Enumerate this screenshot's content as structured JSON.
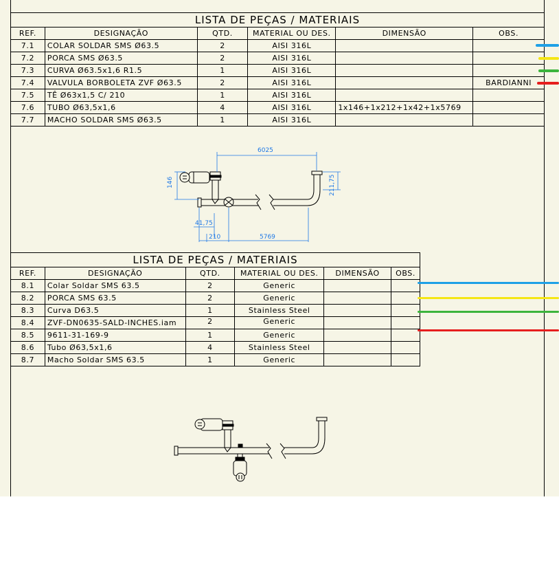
{
  "bom1": {
    "title": "LISTA DE PEÇAS / MATERIAIS",
    "headers": [
      "REF.",
      "DESIGNAÇÃO",
      "QTD.",
      "MATERIAL OU DES.",
      "DIMENSÃO",
      "OBS."
    ],
    "rows": [
      [
        "7.1",
        "COLAR SOLDAR SMS Ø63.5",
        "2",
        "AISI 316L",
        "",
        ""
      ],
      [
        "7.2",
        "PORCA SMS Ø63.5",
        "2",
        "AISI 316L",
        "",
        ""
      ],
      [
        "7.3",
        "CURVA Ø63.5x1,6 R1.5",
        "1",
        "AISI 316L",
        "",
        ""
      ],
      [
        "7.4",
        "VALVULA BORBOLETA ZVF Ø63.5",
        "2",
        "AISI 316L",
        "",
        "BARDIANNI"
      ],
      [
        "7.5",
        "TÊ Ø63x1,5 C/ 210",
        "1",
        "AISI 316L",
        "",
        ""
      ],
      [
        "7.6",
        "TUBO Ø63,5x1,6",
        "4",
        "AISI 316L",
        "1x146+1x212+1x42+1x5769",
        ""
      ],
      [
        "7.7",
        "MACHO SOLDAR SMS Ø63.5",
        "1",
        "AISI 316L",
        "",
        ""
      ]
    ]
  },
  "bom2": {
    "title": "LISTA DE PEÇAS / MATERIAIS",
    "headers": [
      "REF.",
      "DESIGNAÇÃO",
      "QTD.",
      "MATERIAL OU DES.",
      "DIMENSÃO",
      "OBS."
    ],
    "rows": [
      [
        "8.1",
        "Colar Soldar SMS 63.5",
        "2",
        "Generic",
        "",
        ""
      ],
      [
        "8.2",
        "PORCA SMS 63.5",
        "2",
        "Generic",
        "",
        ""
      ],
      [
        "8.3",
        "Curva D63.5",
        "1",
        "Stainless Steel",
        "",
        ""
      ],
      [
        "8.4",
        "ZVF-DN0635-SALD-INCHES.iam",
        "2",
        "Generic",
        "",
        ""
      ],
      [
        "8.5",
        "9611-31-169-9",
        "1",
        "Generic",
        "",
        ""
      ],
      [
        "8.6",
        "Tubo Ø63,5x1,6",
        "4",
        "Stainless Steel",
        "",
        ""
      ],
      [
        "8.7",
        "Macho Soldar SMS 63.5",
        "1",
        "Generic",
        "",
        ""
      ]
    ]
  },
  "dimensions": {
    "d6025": "6025",
    "d146": "146",
    "d21175": "211,75",
    "d4175": "41,75",
    "d210": "210",
    "d5769": "5769"
  },
  "colors": {
    "dimension": "#1e78e6",
    "leader_blue": "#1ea0e6",
    "leader_yellow": "#f5e614",
    "leader_green": "#3cb43c",
    "leader_red": "#e61e1e",
    "sheet": "#f6f5e6"
  }
}
